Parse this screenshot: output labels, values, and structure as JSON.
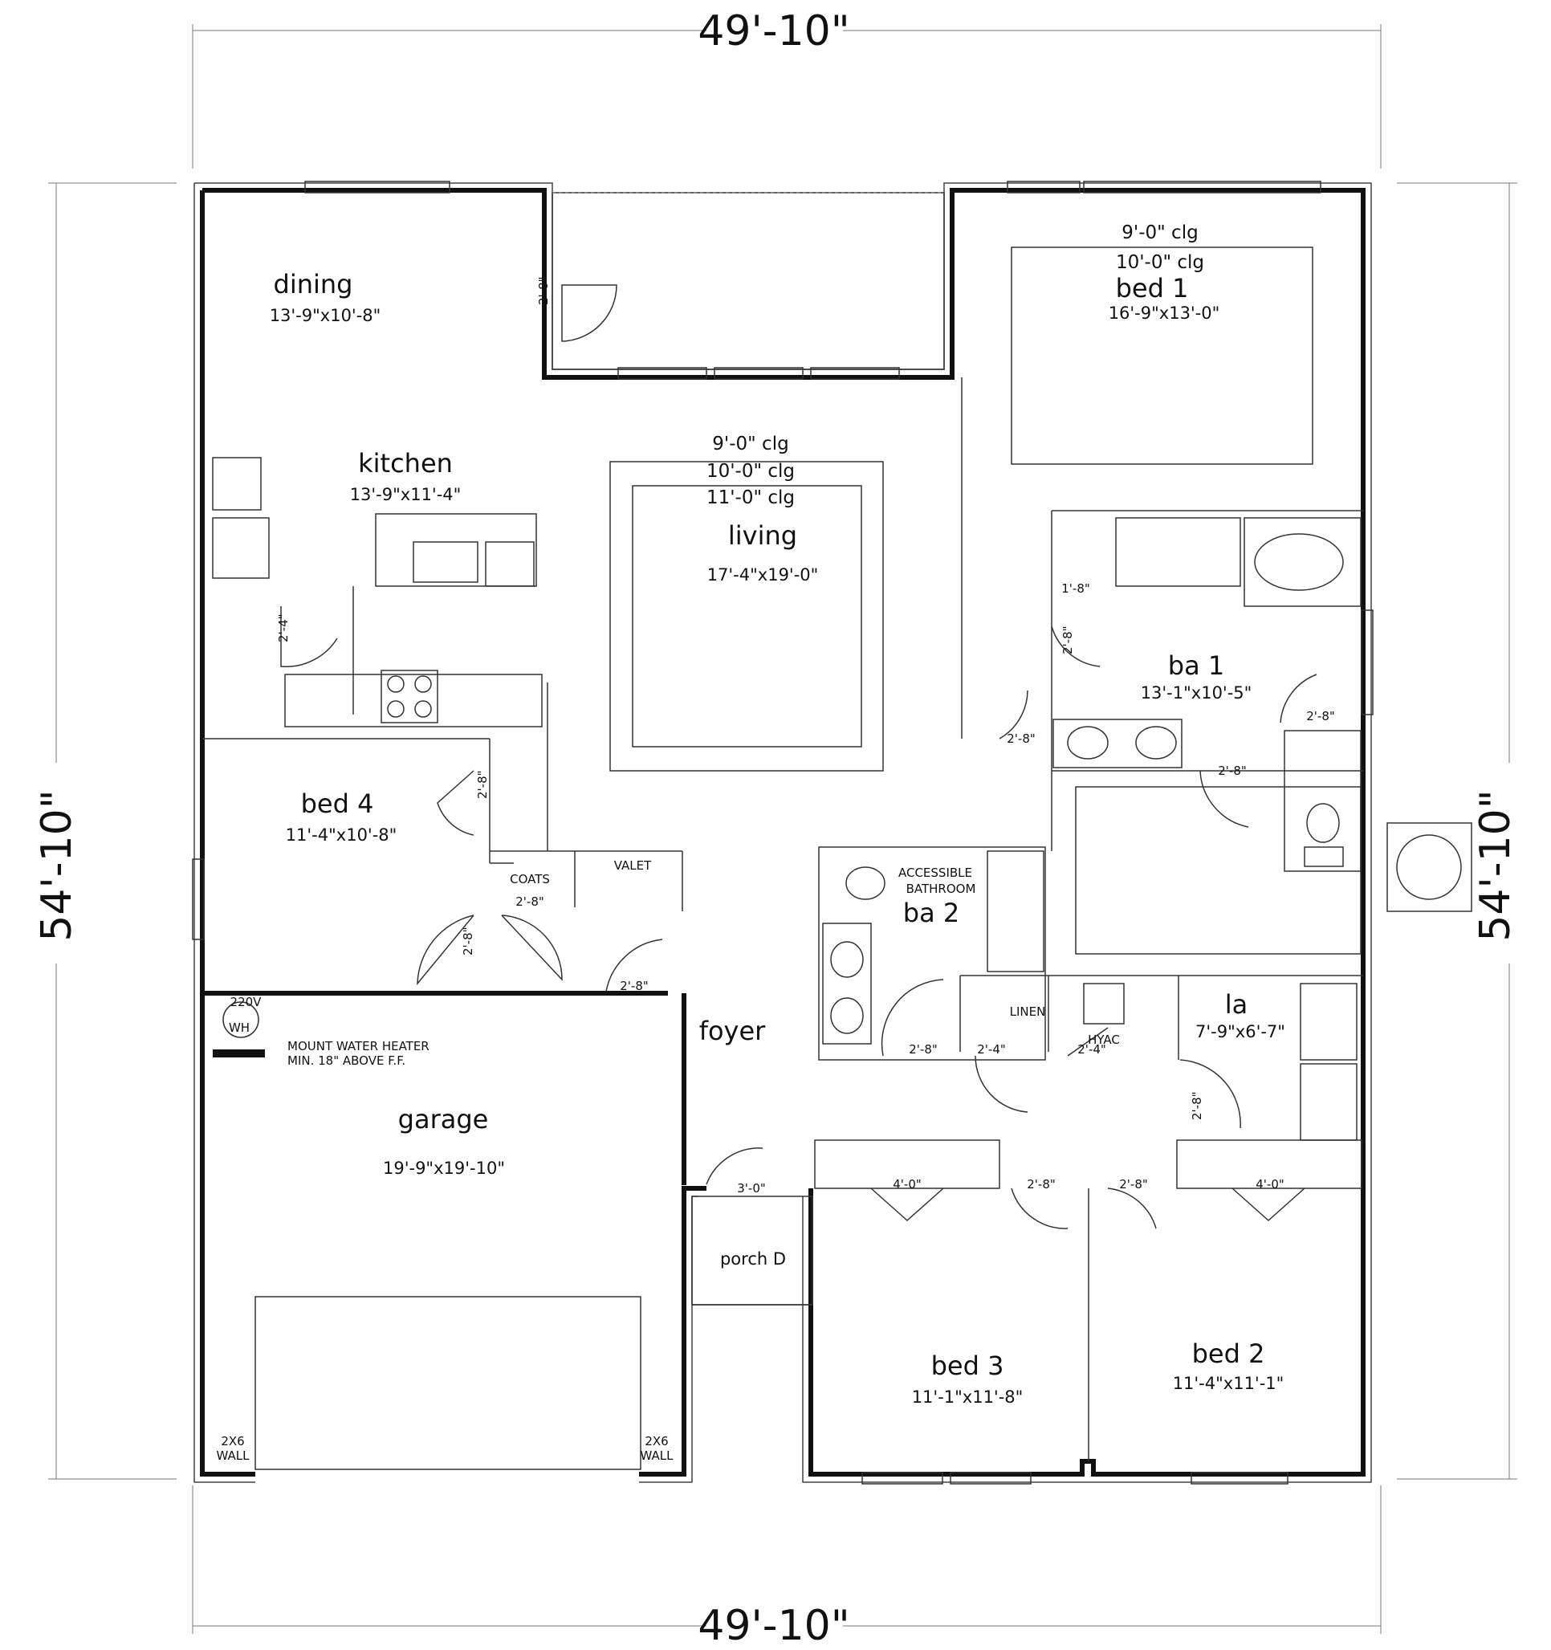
{
  "overall": {
    "width_top": "49'-10\"",
    "width_bottom": "49'-10\"",
    "depth_left": "54'-10\"",
    "depth_right": "54'-10\""
  },
  "rooms": {
    "dining": {
      "name": "dining",
      "size": "13'-9\"x10'-8\""
    },
    "kitchen": {
      "name": "kitchen",
      "size": "13'-9\"x11'-4\""
    },
    "living": {
      "name": "living",
      "size": "17'-4\"x19'-0\"",
      "clg": [
        "9'-0\" clg",
        "10'-0\" clg",
        "11'-0\" clg"
      ]
    },
    "bed1": {
      "name": "bed 1",
      "size": "16'-9\"x13'-0\"",
      "clg": [
        "9'-0\" clg",
        "10'-0\" clg"
      ]
    },
    "ba1": {
      "name": "ba 1",
      "size": "13'-1\"x10'-5\""
    },
    "bed4": {
      "name": "bed 4",
      "size": "11'-4\"x10'-8\""
    },
    "ba2": {
      "name": "ba 2",
      "note_line1": "ACCESSIBLE",
      "note_line2": "BATHROOM"
    },
    "la": {
      "name": "la",
      "size": "7'-9\"x6'-7\""
    },
    "foyer": {
      "name": "foyer"
    },
    "garage": {
      "name": "garage",
      "size": "19'-9\"x19'-10\""
    },
    "porch": {
      "name": "porch D"
    },
    "bed3": {
      "name": "bed 3",
      "size": "11'-1\"x11'-8\""
    },
    "bed2": {
      "name": "bed 2",
      "size": "11'-4\"x11'-1\""
    }
  },
  "notes": {
    "coats": "COATS",
    "valet": "VALET",
    "linen": "LINEN",
    "hvac": "HYAC",
    "wh": "WH",
    "v220": "220V",
    "water_heater_1": "MOUNT WATER HEATER",
    "water_heater_2": "MIN. 18\" ABOVE F.F.",
    "wall_2x6": "2X6",
    "wall_word": "WALL"
  },
  "doors": {
    "d28": "2'-8\"",
    "d24": "2'-4\"",
    "d18": "1'-8\"",
    "d30": "3'-0\"",
    "d40": "4'-0\""
  }
}
